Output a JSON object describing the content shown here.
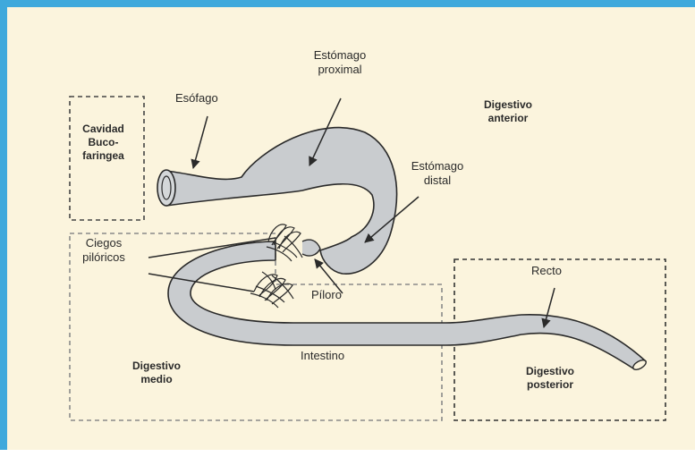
{
  "labels": {
    "cavidad": "Cavidad\nBuco-\nfaringea",
    "esofago": "Esófago",
    "estomago_proximal": "Estómago\nproximal",
    "digestivo_anterior": "Digestivo\nanterior",
    "estomago_distal": "Estómago\ndistal",
    "ciegos_piloricos": "Ciegos\npilóricos",
    "piloro": "Píloro",
    "recto": "Recto",
    "intestino": "Intestino",
    "digestivo_medio": "Digestivo\nmedio",
    "digestivo_posterior": "Digestivo\nposterior"
  },
  "colors": {
    "frame": "#3fa9dc",
    "background": "#fbf4dd",
    "organ_fill": "#c9cccf",
    "outline": "#2a2a2a"
  }
}
